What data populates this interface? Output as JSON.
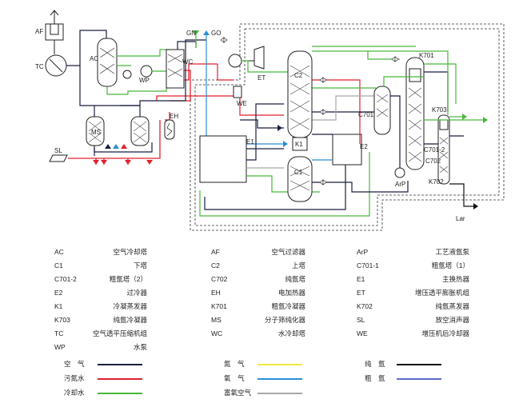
{
  "labels": {
    "AF": "AF",
    "TC": "TC",
    "AC": "AC",
    "WP": "WP",
    "WC": "WC",
    "MS": "MS",
    "EH": "EH",
    "SL": "SL",
    "GN": "GN",
    "GO": "GO",
    "ET": "ET",
    "WE": "WE",
    "E1": "E1",
    "C2": "C2",
    "K1": "K1",
    "C1": "C1",
    "E2": "E2",
    "C701": "C701",
    "K701": "K701",
    "K703": "K703",
    "C701_2": "C701-2",
    "C702": "C702",
    "ArP": "ArP",
    "K702": "K702",
    "Lar": "Lar"
  },
  "equipment_list": [
    {
      "code": "AC",
      "desc": "空气冷却塔"
    },
    {
      "code": "C1",
      "desc": "下塔"
    },
    {
      "code": "C701-2",
      "desc": "粗氩塔（2）"
    },
    {
      "code": "E2",
      "desc": "过冷器"
    },
    {
      "code": "K1",
      "desc": "冷凝蒸发器"
    },
    {
      "code": "K703",
      "desc": "纯氩冷凝器"
    },
    {
      "code": "TC",
      "desc": "空气透平压缩机组"
    },
    {
      "code": "WP",
      "desc": "水泵"
    },
    {
      "code": "AF",
      "desc": "空气过滤器"
    },
    {
      "code": "C2",
      "desc": "上塔"
    },
    {
      "code": "C702",
      "desc": "纯氩塔"
    },
    {
      "code": "EH",
      "desc": "电加热器"
    },
    {
      "code": "K701",
      "desc": "粗氩冷凝器"
    },
    {
      "code": "MS",
      "desc": "分子筛纯化器"
    },
    {
      "code": "WC",
      "desc": "水冷却塔"
    },
    {
      "code": "ArP",
      "desc": "工艺液氩泵"
    },
    {
      "code": "C701-1",
      "desc": "粗氩塔（1）"
    },
    {
      "code": "E1",
      "desc": "主换热器"
    },
    {
      "code": "ET",
      "desc": "增压透平膨胀机组"
    },
    {
      "code": "K702",
      "desc": "纯氩蒸发器"
    },
    {
      "code": "SL",
      "desc": "放空消声器"
    },
    {
      "code": "WE",
      "desc": "增压机后冷却器"
    }
  ],
  "line_legend": [
    {
      "label": "空　气",
      "color": "#1a1f3f"
    },
    {
      "label": "污氮水",
      "color": "#e1202e"
    },
    {
      "label": "冷却水",
      "color": "#48b63a"
    },
    {
      "label": "氮　气",
      "color": "#f2ea3d"
    },
    {
      "label": "氧　气",
      "color": "#2a8fd8"
    },
    {
      "label": "富氧空气",
      "color": "#a8a8a8"
    },
    {
      "label": "纯　氩",
      "color": "#111111"
    },
    {
      "label": "粗　氩",
      "color": "#5a6fc8"
    }
  ]
}
